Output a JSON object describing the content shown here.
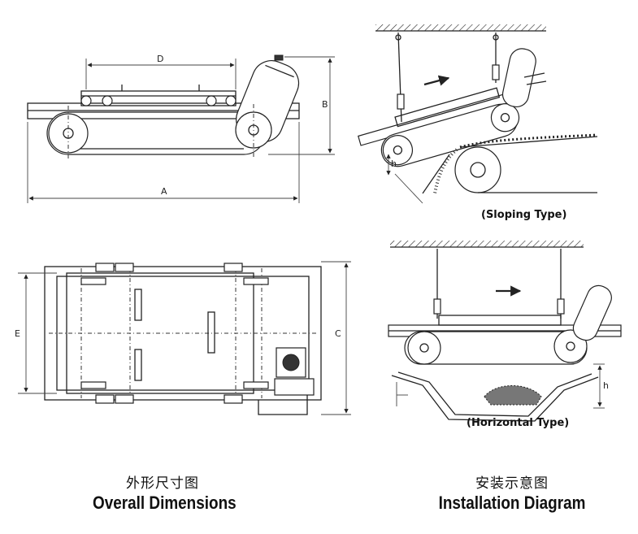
{
  "overall": {
    "labels": {
      "A": "A",
      "B": "B",
      "D": "D",
      "C": "C",
      "E": "E"
    },
    "caption_cn": "外形尺寸图",
    "caption_en": "Overall Dimensions"
  },
  "installation": {
    "sloping_label": "(Sloping Type)",
    "horizontal_label": "(Horizontal Type)",
    "h_label": "h",
    "caption_cn": "安装示意图",
    "caption_en": "Installation  Diagram"
  }
}
